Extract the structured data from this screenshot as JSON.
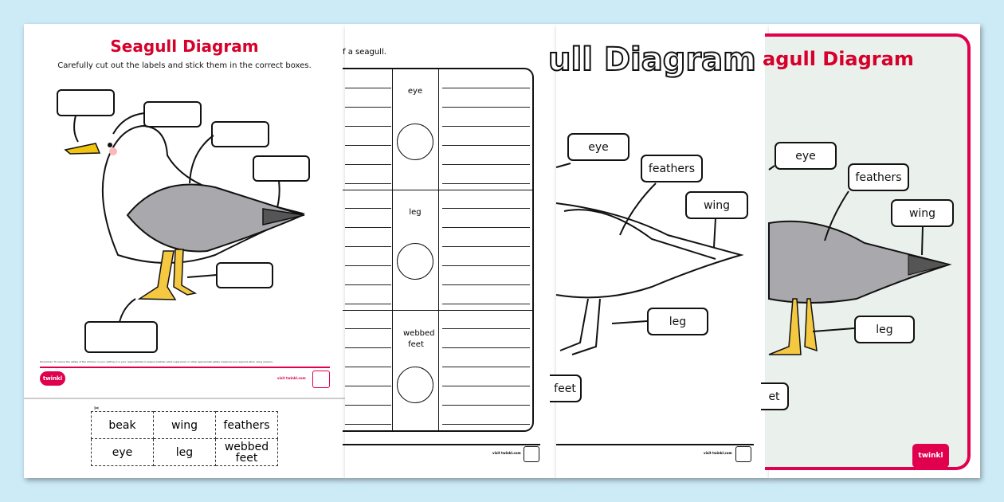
{
  "page1": {
    "title": "Seagull Diagram",
    "instruction": "Carefully cut out the labels and stick them in the correct boxes.",
    "disclaimer": "Disclaimer: To ensure the safety of the children in your setting, it is your responsibility to assess whether adult supervision or other appropriate safety measures are required when using scissors.",
    "logo": "twinkl",
    "visit": "visit twinkl.com",
    "cut_labels": [
      [
        "beak",
        "wing",
        "feathers"
      ],
      [
        "eye",
        "leg",
        "webbed feet"
      ]
    ]
  },
  "page2": {
    "instruction_fragment": "f a seagull.",
    "rows": [
      "eye",
      "leg",
      "webbed feet"
    ],
    "visit": "visit twinkl.com"
  },
  "page3": {
    "title_fragment": "ull Diagram",
    "labels": {
      "eye": "eye",
      "feathers": "feathers",
      "wing": "wing",
      "leg": "leg",
      "feet": "feet"
    },
    "visit": "visit twinkl.com"
  },
  "page4": {
    "title_fragment": "agull Diagram",
    "labels": {
      "eye": "eye",
      "feathers": "feathers",
      "wing": "wing",
      "leg": "leg",
      "feet": "et"
    },
    "logo": "twinkl"
  },
  "colors": {
    "brand": "#e0004d",
    "title": "#d6002a",
    "background": "#cdeaf7",
    "poster_bg": "#eaf1ec"
  }
}
